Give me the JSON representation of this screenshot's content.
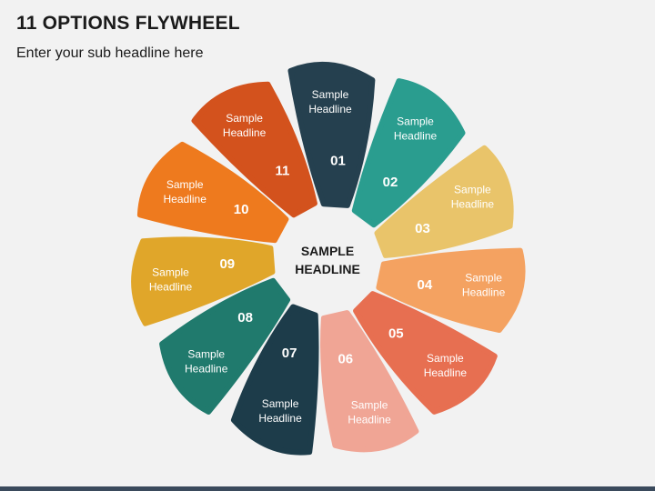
{
  "header": {
    "title": "11 OPTIONS FLYWHEEL",
    "subtitle": "Enter your sub headline here"
  },
  "center": {
    "line1": "SAMPLE",
    "line2": "HEADLINE"
  },
  "petals": [
    {
      "number": "01",
      "line1": "Sample",
      "line2": "Headline",
      "color": "#25404f"
    },
    {
      "number": "02",
      "line1": "Sample",
      "line2": "Headline",
      "color": "#2a9d8f"
    },
    {
      "number": "03",
      "line1": "Sample",
      "line2": "Headline",
      "color": "#e9c46a"
    },
    {
      "number": "04",
      "line1": "Sample",
      "line2": "Headline",
      "color": "#f4a261"
    },
    {
      "number": "05",
      "line1": "Sample",
      "line2": "Headline",
      "color": "#e76f51"
    },
    {
      "number": "06",
      "line1": "Sample",
      "line2": "Headline",
      "color": "#f0a595"
    },
    {
      "number": "07",
      "line1": "Sample",
      "line2": "Headline",
      "color": "#1d3c4a"
    },
    {
      "number": "08",
      "line1": "Sample",
      "line2": "Headline",
      "color": "#207a6d"
    },
    {
      "number": "09",
      "line1": "Sample",
      "line2": "Headline",
      "color": "#e0a62a"
    },
    {
      "number": "10",
      "line1": "Sample",
      "line2": "Headline",
      "color": "#ee7a1e"
    },
    {
      "number": "11",
      "line1": "Sample",
      "line2": "Headline",
      "color": "#d3521d"
    }
  ]
}
